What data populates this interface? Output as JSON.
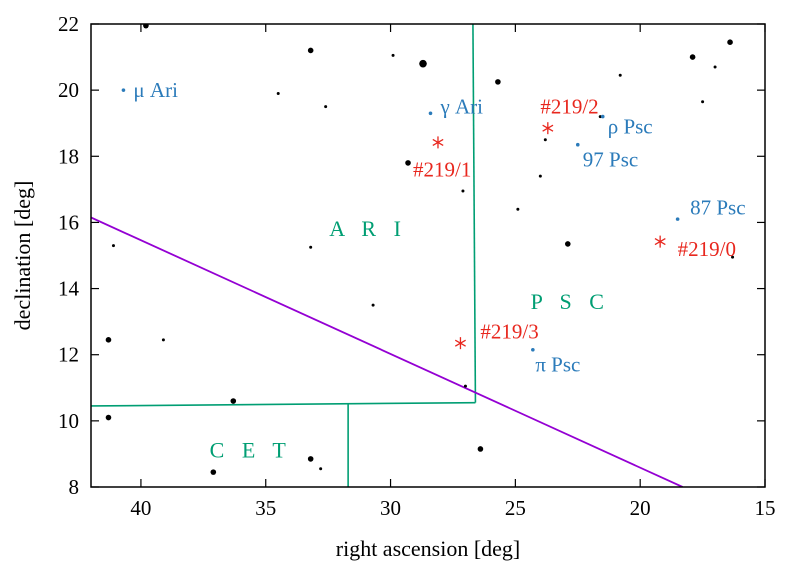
{
  "chart_data": {
    "type": "scatter",
    "xlabel": "right ascension [deg]",
    "ylabel": "declination [deg]",
    "xlim": [
      42,
      15
    ],
    "ylim": [
      8,
      22
    ],
    "xticks": [
      40,
      35,
      30,
      25,
      20,
      15
    ],
    "yticks": [
      8,
      10,
      12,
      14,
      16,
      18,
      20,
      22
    ],
    "grid": false,
    "colors": {
      "stars": "#000000",
      "labeled_stars": "#2b7bba",
      "events": "#e8271e",
      "boundaries": "#009e73",
      "track": "#9400d3"
    },
    "background_stars": [
      {
        "x": 39.8,
        "y": 21.95,
        "size": 2
      },
      {
        "x": 33.2,
        "y": 21.2,
        "size": 2
      },
      {
        "x": 29.9,
        "y": 21.05,
        "size": 1
      },
      {
        "x": 28.7,
        "y": 20.8,
        "size": 3
      },
      {
        "x": 25.7,
        "y": 20.25,
        "size": 2
      },
      {
        "x": 34.5,
        "y": 19.9,
        "size": 1
      },
      {
        "x": 32.6,
        "y": 19.5,
        "size": 1
      },
      {
        "x": 21.6,
        "y": 19.2,
        "size": 1
      },
      {
        "x": 20.8,
        "y": 20.45,
        "size": 1
      },
      {
        "x": 17.9,
        "y": 21.0,
        "size": 2
      },
      {
        "x": 17.0,
        "y": 20.7,
        "size": 1
      },
      {
        "x": 16.4,
        "y": 21.45,
        "size": 2
      },
      {
        "x": 17.5,
        "y": 19.65,
        "size": 1
      },
      {
        "x": 23.8,
        "y": 18.5,
        "size": 1
      },
      {
        "x": 29.3,
        "y": 17.8,
        "size": 2
      },
      {
        "x": 27.1,
        "y": 16.95,
        "size": 1
      },
      {
        "x": 24.0,
        "y": 17.4,
        "size": 1
      },
      {
        "x": 24.9,
        "y": 16.4,
        "size": 1
      },
      {
        "x": 41.1,
        "y": 15.3,
        "size": 1
      },
      {
        "x": 33.2,
        "y": 15.25,
        "size": 1
      },
      {
        "x": 22.9,
        "y": 15.35,
        "size": 2
      },
      {
        "x": 16.3,
        "y": 14.95,
        "size": 1
      },
      {
        "x": 30.7,
        "y": 13.5,
        "size": 1
      },
      {
        "x": 41.3,
        "y": 12.45,
        "size": 2
      },
      {
        "x": 39.1,
        "y": 12.45,
        "size": 1
      },
      {
        "x": 27.0,
        "y": 11.05,
        "size": 1
      },
      {
        "x": 41.3,
        "y": 10.1,
        "size": 2
      },
      {
        "x": 36.3,
        "y": 10.6,
        "size": 2
      },
      {
        "x": 26.4,
        "y": 9.15,
        "size": 2
      },
      {
        "x": 33.2,
        "y": 8.85,
        "size": 2
      },
      {
        "x": 32.8,
        "y": 8.55,
        "size": 1
      },
      {
        "x": 37.1,
        "y": 8.45,
        "size": 2
      }
    ],
    "labeled_stars": [
      {
        "name": "μ Ari",
        "x": 40.7,
        "y": 20.0,
        "lx": 40.3,
        "ly": 20.0
      },
      {
        "name": "γ Ari",
        "x": 28.4,
        "y": 19.3,
        "lx": 28.0,
        "ly": 19.5
      },
      {
        "name": "ρ Psc",
        "x": 21.5,
        "y": 19.2,
        "lx": 21.3,
        "ly": 18.9
      },
      {
        "name": "97 Psc",
        "x": 22.5,
        "y": 18.35,
        "lx": 22.3,
        "ly": 17.9
      },
      {
        "name": "87 Psc",
        "x": 18.5,
        "y": 16.1,
        "lx": 18.0,
        "ly": 16.45
      },
      {
        "name": "π Psc",
        "x": 24.3,
        "y": 12.15,
        "lx": 24.2,
        "ly": 11.7
      }
    ],
    "events": [
      {
        "name": "#219/0",
        "x": 19.2,
        "y": 15.42,
        "lx": 18.5,
        "ly": 15.2
      },
      {
        "name": "#219/1",
        "x": 28.1,
        "y": 18.42,
        "lx": 29.1,
        "ly": 17.6
      },
      {
        "name": "#219/2",
        "x": 23.7,
        "y": 18.85,
        "lx": 24.0,
        "ly": 19.5
      },
      {
        "name": "#219/3",
        "x": 27.2,
        "y": 12.35,
        "lx": 26.4,
        "ly": 12.7
      }
    ],
    "constellations": [
      {
        "name": "A R I",
        "x": 30.9,
        "y": 15.8
      },
      {
        "name": "P S C",
        "x": 22.8,
        "y": 13.6
      },
      {
        "name": "C E T",
        "x": 35.6,
        "y": 9.1
      }
    ],
    "boundaries": [
      [
        [
          42,
          10.45
        ],
        [
          26.6,
          10.55
        ]
      ],
      [
        [
          26.6,
          10.55
        ],
        [
          26.7,
          22.0
        ]
      ],
      [
        [
          31.7,
          10.5
        ],
        [
          31.7,
          8.0
        ]
      ]
    ],
    "track": [
      [
        42,
        16.15
      ],
      [
        18.3,
        8.0
      ]
    ]
  }
}
